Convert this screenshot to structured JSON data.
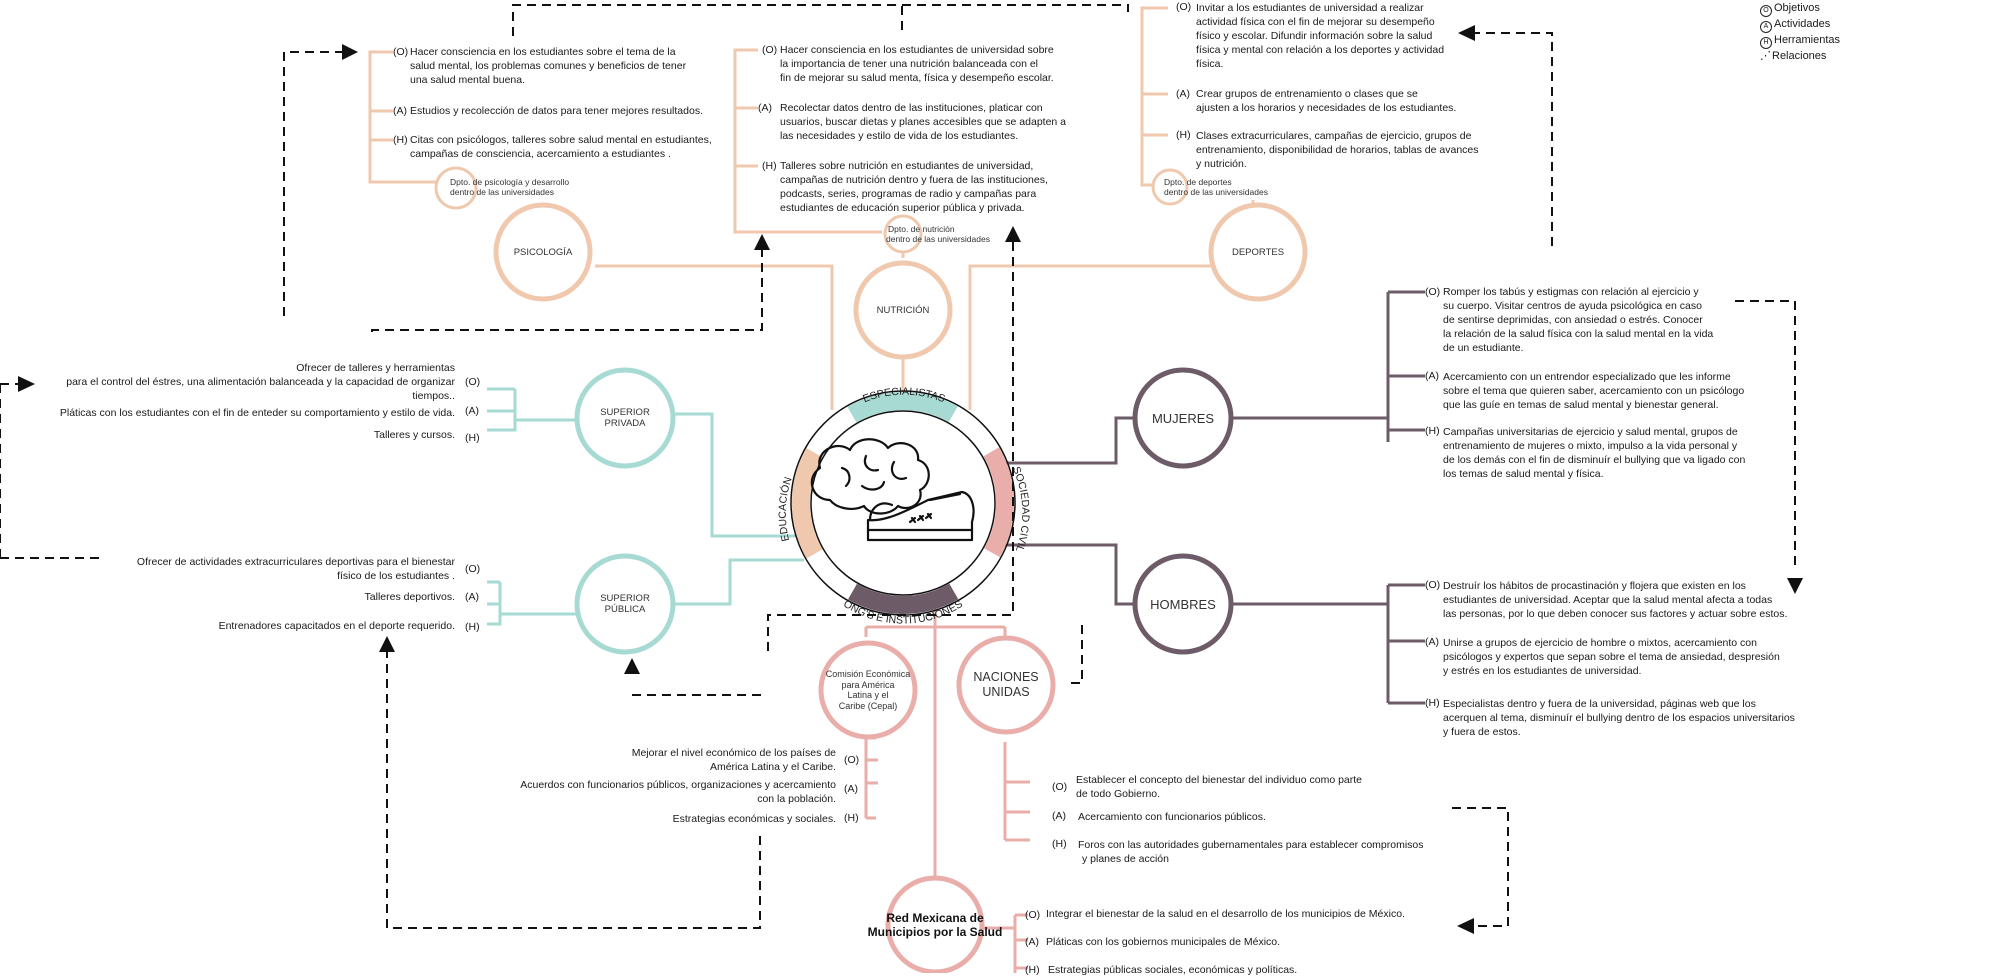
{
  "colors": {
    "peach": "#efc8ad",
    "teal": "#a6dad3",
    "purple": "#6d5b67",
    "pink": "#e9adaa",
    "dashed": "#111111"
  },
  "legend": {
    "o": "Objetivos",
    "a": "Actividades",
    "h": "Herramientas",
    "r": "Relaciones"
  },
  "tags": {
    "o": "(O)",
    "a": "(A)",
    "h": "(H)"
  },
  "center": {
    "icon": "brain-shoe-icon",
    "arc_top": "ESPECIALISTAS",
    "arc_left": "EDUCACIÓN",
    "arc_right": "SOCIEDAD CIVIL",
    "arc_bottom": "ONG'S E INSTITUCIONES"
  },
  "nodes": {
    "psicologia": "PSICOLOGÍA",
    "nutricion": "NUTRICIÓN",
    "deportes": "DEPORTES",
    "privada": [
      "SUPERIOR",
      "PRIVADA"
    ],
    "publica": [
      "SUPERIOR",
      "PÚBLICA"
    ],
    "mujeres": "MUJERES",
    "hombres": "HOMBRES",
    "cepal": [
      "Comisión Económica",
      "para América",
      "Latina y el",
      "Caribe (Cepal)"
    ],
    "onu": [
      "NACIONES",
      "UNIDAS"
    ],
    "red": [
      "Red Mexicana de",
      "Municipios por la Salud"
    ]
  },
  "depts": {
    "psicologia": [
      "Dpto. de psicología y desarrollo",
      "dentro de las universidades"
    ],
    "nutricion": [
      "Dpto. de nutrición",
      "dentro de las universidades"
    ],
    "deportes": [
      "Dpto. de deportes",
      "dentro de las universidades"
    ]
  },
  "text": {
    "psicologia": {
      "o": [
        "Hacer consciencia en los estudiantes sobre el tema de la",
        "salud mental, los problemas comunes y beneficios de tener",
        "una salud mental buena."
      ],
      "a": [
        "Estudios y recolección de datos para tener mejores resultados."
      ],
      "h": [
        "Citas con psicólogos, talleres sobre salud mental en estudiantes,",
        "campañas de consciencia, acercamiento a estudiantes ."
      ]
    },
    "nutricion": {
      "o": [
        "Hacer consciencia en los estudiantes de universidad sobre",
        "la importancia de tener una nutrición balanceada con el",
        "fin de mejorar su salud menta, física y desempeño escolar."
      ],
      "a": [
        "Recolectar datos dentro de las instituciones, platicar con",
        "usuarios, buscar dietas y planes accesibles que se adapten a",
        "las necesidades y estilo de vida de los estudiantes."
      ],
      "h": [
        "Talleres sobre nutrición en estudiantes de universidad,",
        "campañas de nutrición dentro y fuera de las instituciones,",
        "podcasts, series, programas de radio y campañas para",
        "estudiantes de educación superior pública y privada."
      ]
    },
    "deportes": {
      "o": [
        "Invitar a los estudiantes de universidad a realizar",
        "actividad física con el fin de mejorar su desempeño",
        "físico y escolar. Difundir información sobre la salud",
        "física y mental con relación a los deportes y actividad",
        "física."
      ],
      "a": [
        "Crear grupos de entrenamiento o clases que se",
        "ajusten a los horarios y necesidades de los estudiantes."
      ],
      "h": [
        "Clases extracurriculares, campañas de ejercicio, grupos de",
        "entrenamiento, disponibilidad de horarios, tablas de avances",
        "y nutrición."
      ]
    },
    "privada": {
      "o": [
        "Ofrecer de  talleres y herramientas",
        "para el control del éstres, una alimentación balanceada y la capacidad de organizar",
        "tiempos.."
      ],
      "a": [
        "Pláticas con los estudiantes con el fin de enteder su comportamiento y estilo de vida."
      ],
      "h": [
        "Talleres y cursos."
      ]
    },
    "publica": {
      "o": [
        "Ofrecer de actividades extracurriculares deportivas para el bienestar",
        "físico de los estudiantes ."
      ],
      "a": [
        "Talleres deportivos."
      ],
      "h": [
        "Entrenadores capacitados en el deporte requerido."
      ]
    },
    "mujeres": {
      "o": [
        "Romper los tabús y estigmas con relación al ejercicio y",
        "su cuerpo. Visitar centros de ayuda psicológica en caso",
        "de sentirse deprimidas, con ansiedad o estrés. Conocer",
        "la relación de la salud física con la salud mental en la vida",
        "de un estudiante."
      ],
      "a": [
        "Acercamiento con un entrendor especializado que les informe",
        "sobre el tema que quieren saber, acercamiento con un psicólogo",
        "que las guíe en temas de salud mental y bienestar general."
      ],
      "h": [
        "Campañas universitarias de ejercicio y salud mental, grupos de",
        "entrenamiento de mujeres o mixto, impulso a la vida personal y",
        "de los demás con el fin de disminuír el bullying que va ligado con",
        "los temas de salud mental y física."
      ]
    },
    "hombres": {
      "o": [
        "Destruír los hábitos de procastinación y flojera que existen en los",
        "estudiantes de universidad. Aceptar que la salud mental afecta a todas",
        "las personas, por lo que deben conocer sus factores y actuar sobre estos."
      ],
      "a": [
        "Unirse a grupos de ejercicio de hombre o mixtos, acercamiento con",
        "psicólogos y expertos que sepan sobre el tema de ansiedad, despresión",
        "y estrés en los estudiantes de universidad."
      ],
      "h": [
        "Especialistas dentro y fuera de la universidad, páginas web que los",
        "acerquen al tema, disminuír el bullying dentro de los espacios universitarios",
        "y fuera de estos."
      ]
    },
    "cepal": {
      "o": [
        "Mejorar el nivel económico de los países de",
        "América Latina y el Caribe."
      ],
      "a": [
        "Acuerdos con funcionarios públicos, organizaciones  y acercamiento",
        "con la población."
      ],
      "h": [
        "Estrategias económicas y sociales."
      ]
    },
    "onu": {
      "o": [
        "Establecer el concepto del bienestar del individuo como parte",
        "de todo Gobierno."
      ],
      "a": [
        "Acercamiento con funcionarios públicos."
      ],
      "h": [
        "Foros con las autoridades gubernamentales para establecer compromisos",
        "y planes de acción"
      ]
    },
    "red": {
      "o": [
        "Integrar el bienestar de la salud en el desarrollo de los municipios de México."
      ],
      "a": [
        "Pláticas con los gobiernos municipales de México."
      ],
      "h": [
        "Estrategias públicas sociales, económicas y políticas."
      ]
    }
  }
}
